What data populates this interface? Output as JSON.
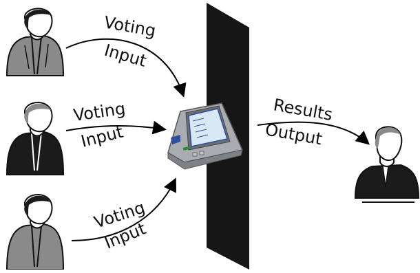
{
  "diagram": {
    "voter_labels": [
      {
        "line1": "Voting",
        "line2": "Input"
      },
      {
        "line1": "Voting",
        "line2": "Input"
      },
      {
        "line1": "Voting",
        "line2": "Input"
      }
    ],
    "output_label": {
      "line1": "Results",
      "line2": "Output"
    },
    "icons": {
      "voter_1": "voter-icon",
      "voter_2": "voter-icon",
      "voter_3": "voter-icon",
      "terminal": "voting-terminal-icon",
      "official": "official-icon",
      "barrier": "barrier-wall"
    },
    "colors": {
      "figure_gray": "#8a8a8a",
      "figure_dark": "#1b1b1b",
      "wall": "#161616",
      "terminal_body": "#a9acb0",
      "screen": "#d9e8f5",
      "accent_blue": "#2e4f9e",
      "accent_green": "#2f8a3a"
    }
  }
}
